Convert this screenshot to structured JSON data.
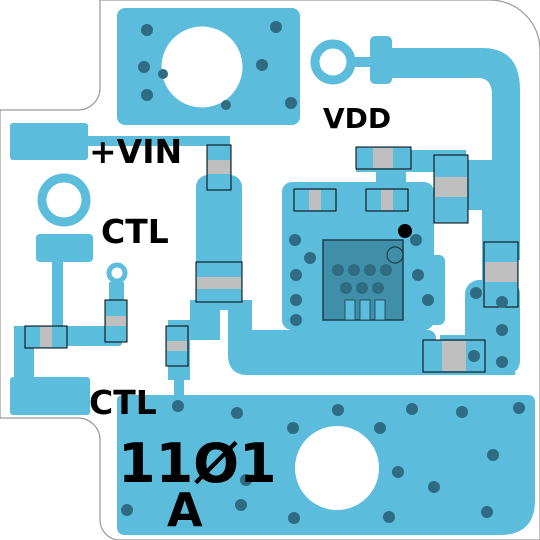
{
  "board": {
    "labels": {
      "vdd": "VDD",
      "vin": "+VIN",
      "ctl_upper": "CTL",
      "ctl_lower": "CTL",
      "part_number": "11Ø1",
      "revision": "A"
    },
    "colors": {
      "substrate": "#ffffff",
      "copper": "#5bbcdc",
      "via": "#2f6b82",
      "ic_package": "#3f8fa8",
      "resistor_body": "#bfbfbf",
      "component_outline": "#000000",
      "silkscreen": "#000000"
    }
  }
}
